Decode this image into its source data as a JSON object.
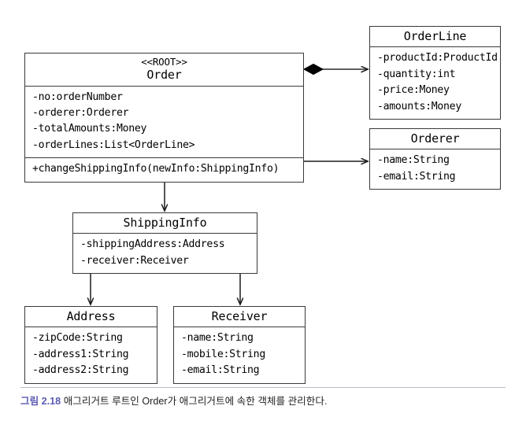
{
  "figure": {
    "caption_number": "그림 2.18",
    "caption_text": "애그리거트 루트인 Order가 애그리거트에 속한 객체를 관리한다.",
    "accent_color": "#5a5ab4",
    "line_color": "#3a3a3a"
  },
  "classes": {
    "order": {
      "stereotype": "<<ROOT>>",
      "name": "Order",
      "attributes": [
        "-no:orderNumber",
        "-orderer:Orderer",
        "-totalAmounts:Money",
        "-orderLines:List<OrderLine>"
      ],
      "operations": [
        "+changeShippingInfo(newInfo:ShippingInfo)"
      ]
    },
    "order_line": {
      "name": "OrderLine",
      "attributes": [
        "-productId:ProductId",
        "-quantity:int",
        "-price:Money",
        "-amounts:Money"
      ]
    },
    "orderer": {
      "name": "Orderer",
      "attributes": [
        "-name:String",
        "-email:String"
      ]
    },
    "shipping_info": {
      "name": "ShippingInfo",
      "attributes": [
        "-shippingAddress:Address",
        "-receiver:Receiver"
      ]
    },
    "address": {
      "name": "Address",
      "attributes": [
        "-zipCode:String",
        "-address1:String",
        "-address2:String"
      ]
    },
    "receiver": {
      "name": "Receiver",
      "attributes": [
        "-name:String",
        "-mobile:String",
        "-email:String"
      ]
    }
  },
  "relations": [
    {
      "name": "order-to-orderline",
      "type": "composition",
      "from": "Order",
      "to": "OrderLine"
    },
    {
      "name": "order-to-orderer",
      "type": "directed-association",
      "from": "Order",
      "to": "Orderer"
    },
    {
      "name": "order-to-shippinginfo",
      "type": "directed-association",
      "from": "Order",
      "to": "ShippingInfo"
    },
    {
      "name": "shippinginfo-to-address",
      "type": "directed-association",
      "from": "ShippingInfo",
      "to": "Address"
    },
    {
      "name": "shippinginfo-to-receiver",
      "type": "directed-association",
      "from": "ShippingInfo",
      "to": "Receiver"
    }
  ]
}
